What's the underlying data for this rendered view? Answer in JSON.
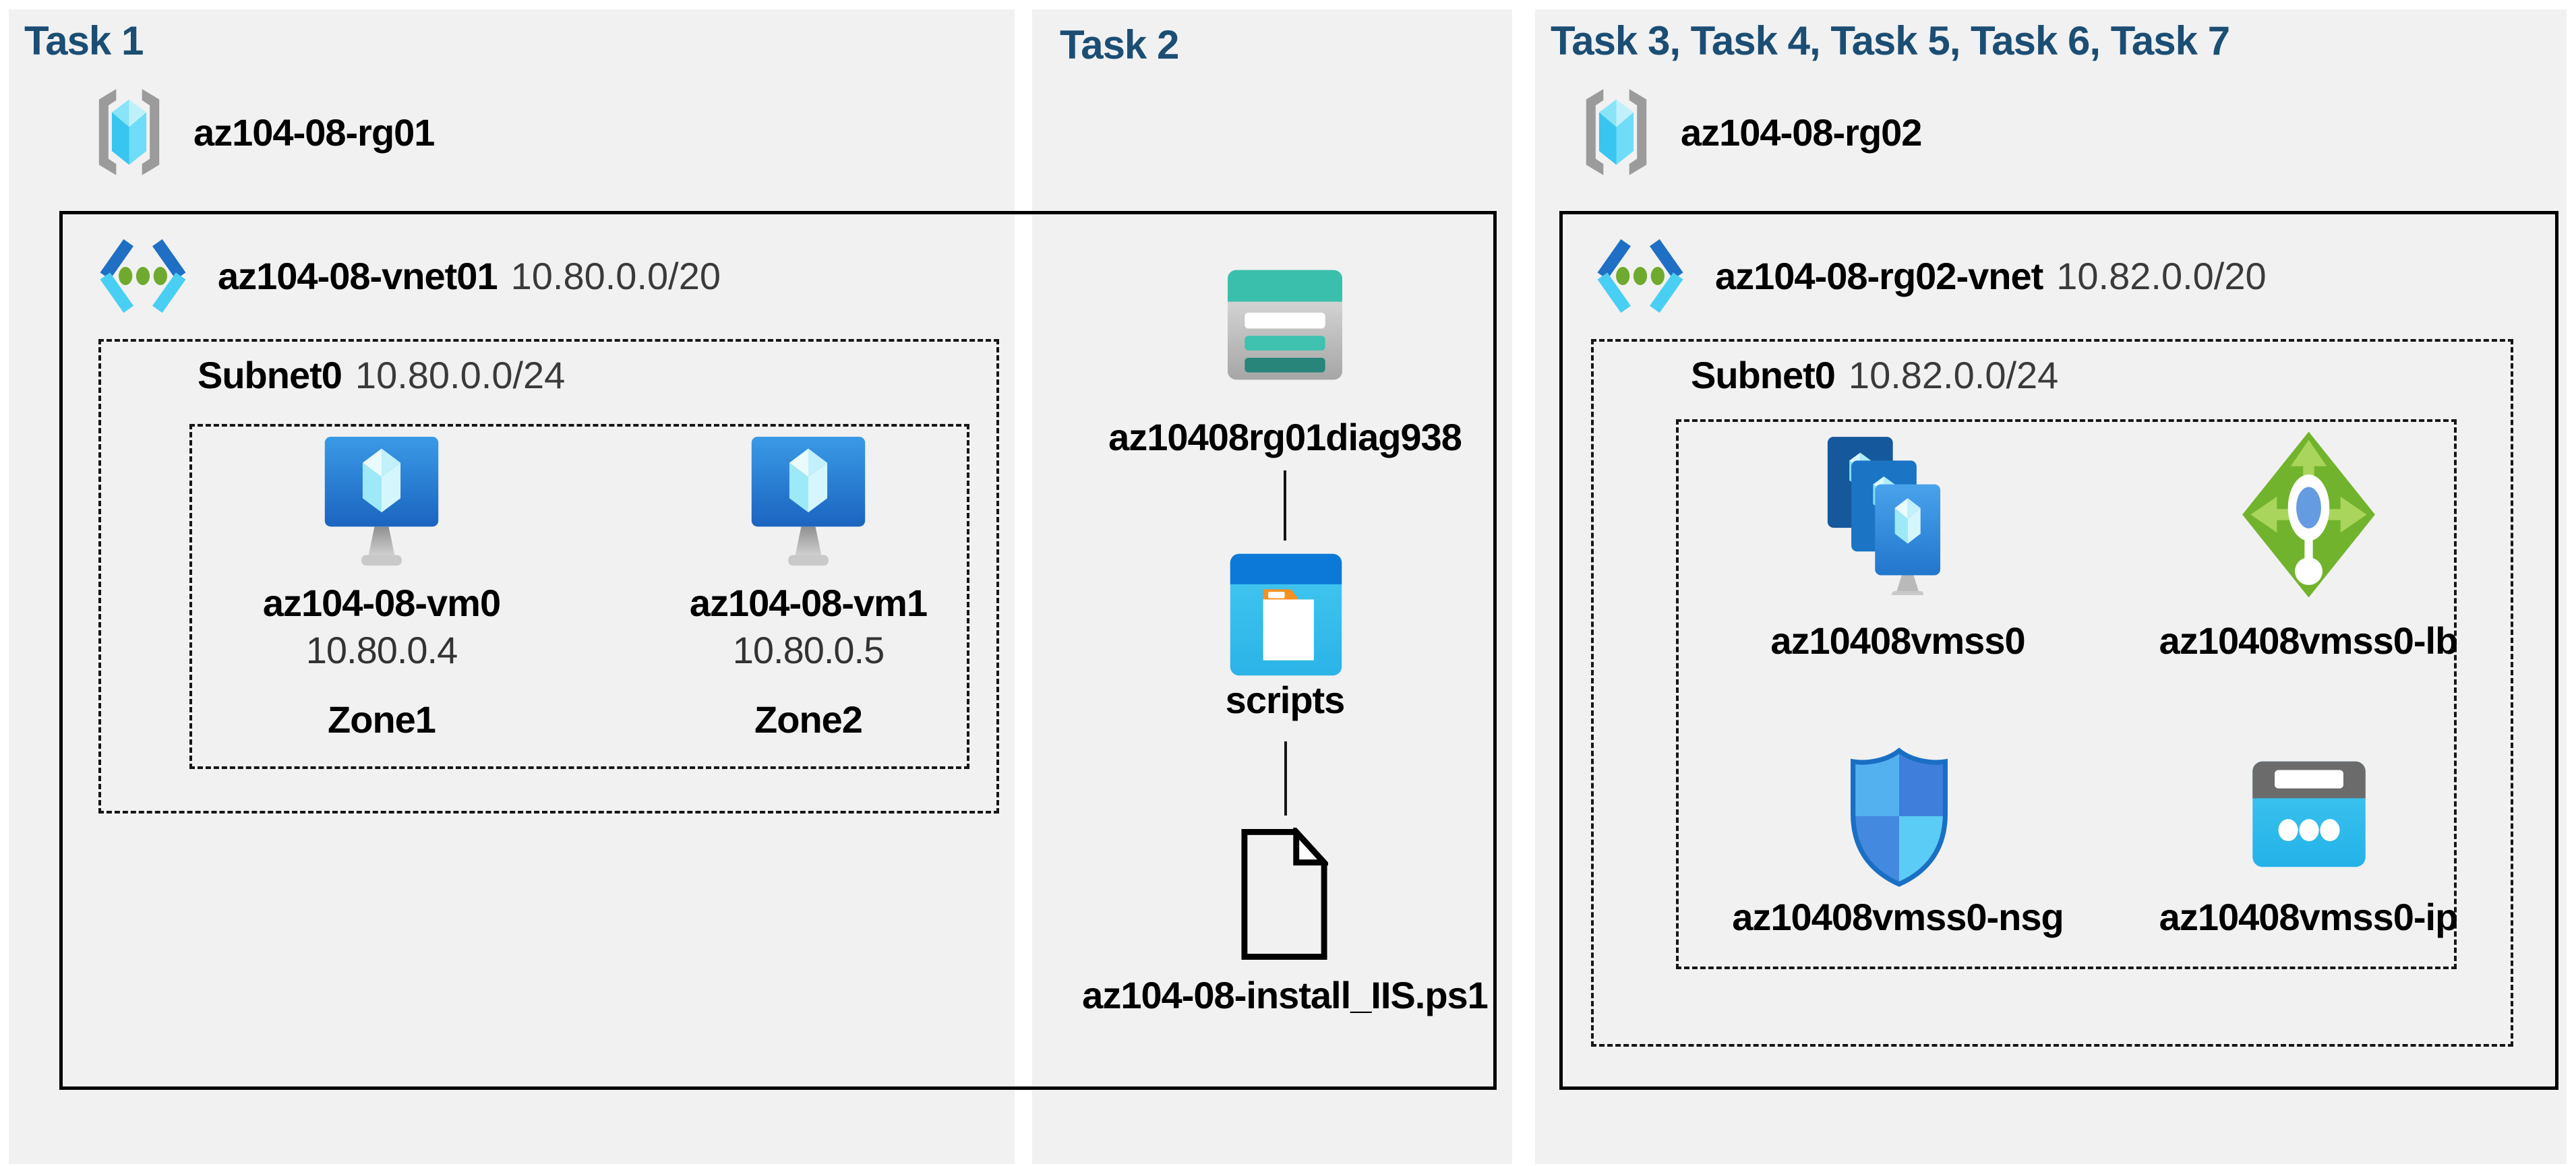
{
  "page": {
    "background": "#ffffff",
    "panel_background": "#f1f1f2"
  },
  "colors": {
    "task_title": "#1c4e74",
    "label_text": "#000000",
    "secondary_text": "#3a3a3a",
    "storage_teal": "#3bbfad",
    "container_blue": "#0c79d8",
    "cyan": "#35c4ef",
    "lb_green": "#72b32d",
    "outline_black": "#000000"
  },
  "task1": {
    "title": "Task 1",
    "resource_group": "az104-08-rg01",
    "vnet_name": "az104-08-vnet01",
    "vnet_cidr": "10.80.0.0/20",
    "subnet_name": "Subnet0",
    "subnet_cidr": "10.80.0.0/24",
    "vm0_name": "az104-08-vm0",
    "vm0_ip": "10.80.0.4",
    "vm0_zone": "Zone1",
    "vm1_name": "az104-08-vm1",
    "vm1_ip": "10.80.0.5",
    "vm1_zone": "Zone2"
  },
  "task2": {
    "title": "Task 2",
    "storage_account": "az10408rg01diag938",
    "container": "scripts",
    "script_file": "az104-08-install_IIS.ps1"
  },
  "task3": {
    "title": "Task 3, Task 4, Task 5, Task 6, Task 7",
    "resource_group": "az104-08-rg02",
    "vnet_name": "az104-08-rg02-vnet",
    "vnet_cidr": "10.82.0.0/20",
    "subnet_name": "Subnet0",
    "subnet_cidr": "10.82.0.0/24",
    "vmss_name": "az10408vmss0",
    "lb_name": "az10408vmss0-lb",
    "nsg_name": "az10408vmss0-nsg",
    "ip_name": "az10408vmss0-ip"
  }
}
